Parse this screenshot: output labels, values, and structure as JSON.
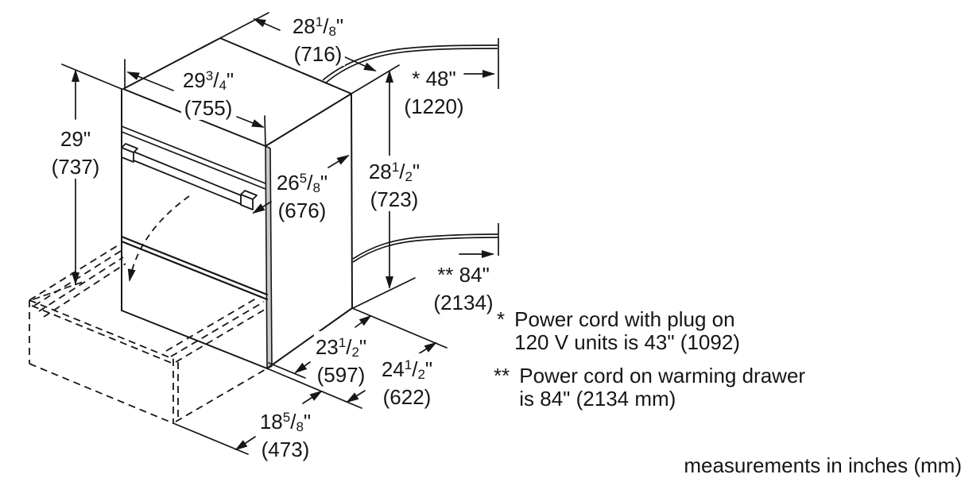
{
  "diagram": {
    "title_hint": "appliance installation dimensions, isometric view",
    "dims": {
      "top_depth": {
        "pre": "28",
        "sup": "1",
        "slash": "/",
        "sub": "8",
        "post": "\"",
        "mm": "(716)"
      },
      "top_width": {
        "pre": "29",
        "sup": "3",
        "slash": "/",
        "sub": "4",
        "post": "\"",
        "mm": "(755)"
      },
      "left_height": {
        "pre": "29",
        "sup": "",
        "slash": "",
        "sub": "",
        "post": "\"",
        "mm": "(737)"
      },
      "front_height": {
        "pre": "26",
        "sup": "5",
        "slash": "/",
        "sub": "8",
        "post": "\"",
        "mm": "(676)"
      },
      "right_height": {
        "pre": "28",
        "sup": "1",
        "slash": "/",
        "sub": "2",
        "post": "\"",
        "mm": "(723)"
      },
      "cord_top": {
        "pre": "* 48",
        "sup": "",
        "slash": "",
        "sub": "",
        "post": "\"",
        "mm": "(1220)"
      },
      "cord_bottom": {
        "pre": "** 84",
        "sup": "",
        "slash": "",
        "sub": "",
        "post": "\"",
        "mm": "(2134)"
      },
      "cabinet_depth": {
        "pre": "23",
        "sup": "1",
        "slash": "/",
        "sub": "2",
        "post": "\"",
        "mm": "(597)"
      },
      "overall_depth": {
        "pre": "24",
        "sup": "1",
        "slash": "/",
        "sub": "2",
        "post": "\"",
        "mm": "(622)"
      },
      "drawer_depth": {
        "pre": "18",
        "sup": "5",
        "slash": "/",
        "sub": "8",
        "post": "\"",
        "mm": "(473)"
      }
    },
    "notes": [
      {
        "marker": "*",
        "line1": "Power cord with plug on",
        "line2": "120 V units is 43\" (1092)"
      },
      {
        "marker": "**",
        "line1": "Power cord on warming drawer",
        "line2": "is 84\" (2134 mm)"
      }
    ],
    "footer": "measurements in inches (mm)"
  }
}
